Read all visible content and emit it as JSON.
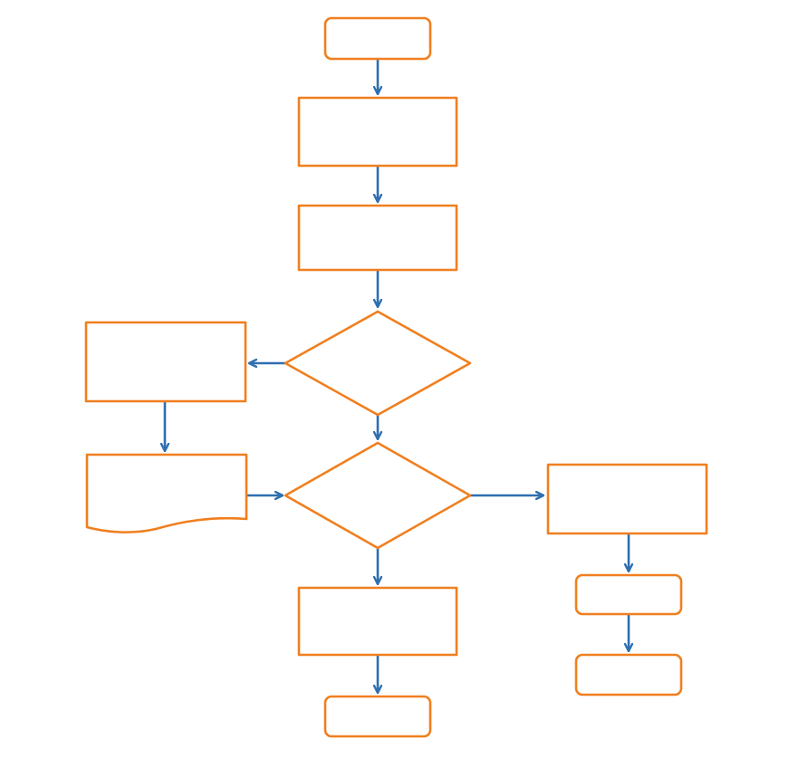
{
  "diagram": {
    "type": "flowchart",
    "colors": {
      "node_border": "#F07F1F",
      "node_fill": "#FFFFFF",
      "arrow": "#2E6FB0",
      "background": "#FFFFFF"
    },
    "nodes": [
      {
        "id": "start",
        "shape": "terminator",
        "label": ""
      },
      {
        "id": "process-1",
        "shape": "process",
        "label": ""
      },
      {
        "id": "process-2",
        "shape": "process",
        "label": ""
      },
      {
        "id": "decision-1",
        "shape": "decision",
        "label": ""
      },
      {
        "id": "process-left",
        "shape": "process",
        "label": ""
      },
      {
        "id": "document",
        "shape": "document",
        "label": ""
      },
      {
        "id": "decision-2",
        "shape": "decision",
        "label": ""
      },
      {
        "id": "process-right",
        "shape": "process",
        "label": ""
      },
      {
        "id": "process-bottom",
        "shape": "process",
        "label": ""
      },
      {
        "id": "end",
        "shape": "terminator",
        "label": ""
      },
      {
        "id": "right-step-1",
        "shape": "terminator",
        "label": ""
      },
      {
        "id": "right-step-2",
        "shape": "terminator",
        "label": ""
      }
    ],
    "edges": [
      {
        "from": "start",
        "to": "process-1"
      },
      {
        "from": "process-1",
        "to": "process-2"
      },
      {
        "from": "process-2",
        "to": "decision-1"
      },
      {
        "from": "decision-1",
        "to": "process-left"
      },
      {
        "from": "decision-1",
        "to": "decision-2"
      },
      {
        "from": "process-left",
        "to": "document"
      },
      {
        "from": "document",
        "to": "decision-2"
      },
      {
        "from": "decision-2",
        "to": "process-right"
      },
      {
        "from": "decision-2",
        "to": "process-bottom"
      },
      {
        "from": "process-bottom",
        "to": "end"
      },
      {
        "from": "process-right",
        "to": "right-step-1"
      },
      {
        "from": "right-step-1",
        "to": "right-step-2"
      }
    ]
  }
}
